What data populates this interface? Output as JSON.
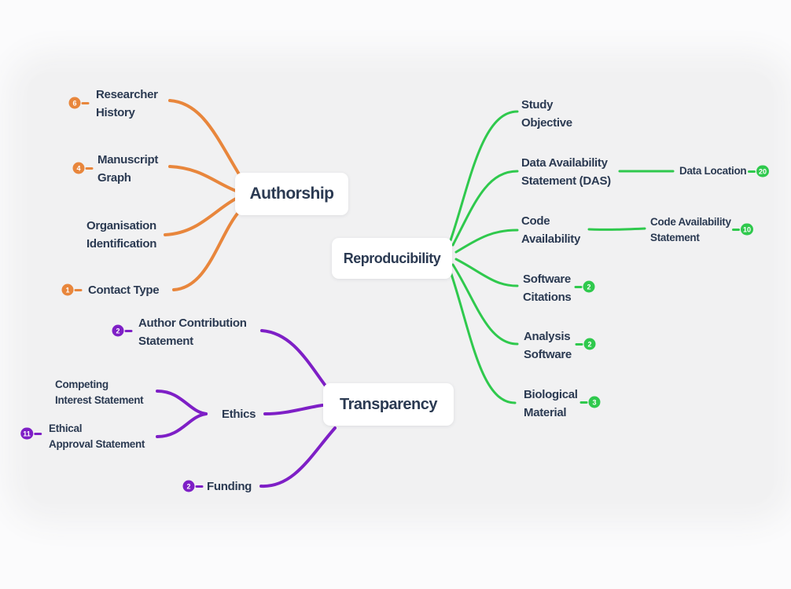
{
  "diagram_type": "mindmap",
  "colors": {
    "orange": "#E8863C",
    "green": "#2FC94D",
    "purple": "#7E1FC6",
    "text": "#2B3A52",
    "panel": "#F1F1F2",
    "node-bg": "#FFFFFF"
  },
  "nodes": {
    "authorship": "Authorship",
    "reproducibility": "Reproducibility",
    "transparency": "Transparency"
  },
  "authorship_branches": {
    "researcher_history": {
      "text": "Researcher\nHistory",
      "badge": "6"
    },
    "manuscript_graph": {
      "text": "Manuscript\nGraph",
      "badge": "4"
    },
    "organisation_identification": {
      "text": "Organisation\nIdentification"
    },
    "contact_type": {
      "text": "Contact Type",
      "badge": "1"
    }
  },
  "reproducibility_branches": {
    "study_objective": {
      "text": "Study\nObjective"
    },
    "data_availability_statement": {
      "text": "Data Availability\nStatement (DAS)"
    },
    "data_location": {
      "text": "Data Location",
      "badge": "20"
    },
    "code_availability": {
      "text": "Code\nAvailability"
    },
    "code_availability_statement": {
      "text": "Code Availability\nStatement",
      "badge": "10"
    },
    "software_citations": {
      "text": "Software\nCitations",
      "badge": "2"
    },
    "analysis_software": {
      "text": "Analysis\nSoftware",
      "badge": "2"
    },
    "biological_material": {
      "text": "Biological\nMaterial",
      "badge": "3"
    }
  },
  "transparency_branches": {
    "author_contribution_statement": {
      "text": "Author Contribution\nStatement",
      "badge": "2"
    },
    "competing_interest_statement": {
      "text": "Competing\nInterest Statement"
    },
    "ethical_approval_statement": {
      "text": "Ethical\nApproval Statement",
      "badge": "11"
    },
    "ethics": {
      "text": "Ethics"
    },
    "funding": {
      "text": "Funding",
      "badge": "2"
    }
  }
}
